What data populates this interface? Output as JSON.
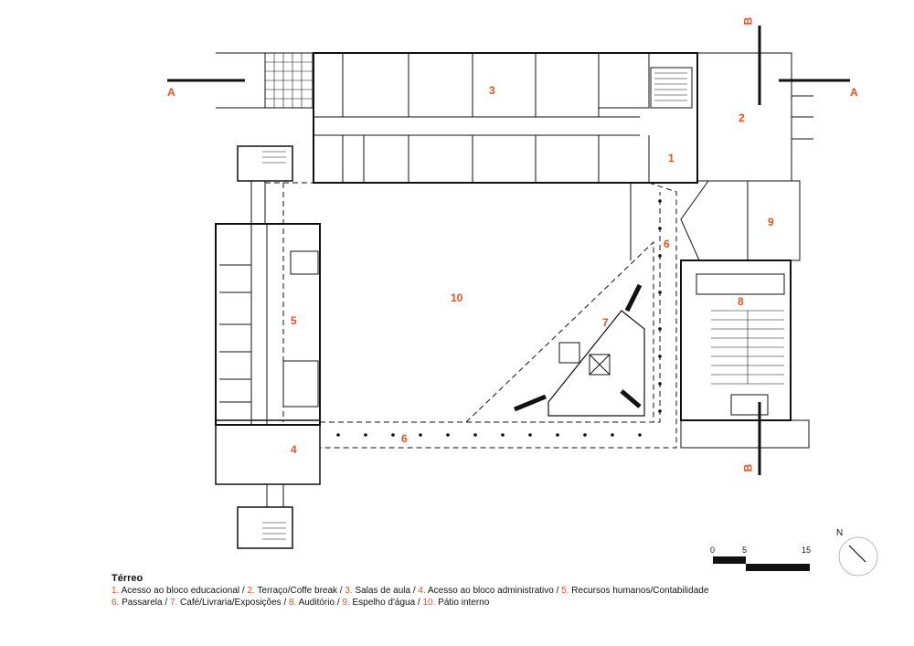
{
  "section_markers": {
    "a_left": "A",
    "a_right": "A",
    "b_top": "B",
    "b_bottom": "B"
  },
  "zones": {
    "z1": "1",
    "z2": "2",
    "z3": "3",
    "z4": "4",
    "z5": "5",
    "z6a": "6",
    "z6b": "6",
    "z7": "7",
    "z8": "8",
    "z9": "9",
    "z10": "10"
  },
  "legend": {
    "title": "Térreo",
    "items": [
      {
        "num": "1.",
        "text": " Acesso ao bloco educacional / "
      },
      {
        "num": "2.",
        "text": " Terraço/Coffe break / "
      },
      {
        "num": "3.",
        "text": " Salas de aula / "
      },
      {
        "num": "4.",
        "text": " Acesso ao bloco administrativo / "
      },
      {
        "num": "5.",
        "text": " Recursos humanos/Contabilidade"
      },
      {
        "num": "6.",
        "text": " Passarela / "
      },
      {
        "num": "7.",
        "text": " Café/Livraria/Exposições / "
      },
      {
        "num": "8.",
        "text": " Auditório / "
      },
      {
        "num": "9.",
        "text": " Espelho d'água / "
      },
      {
        "num": "10.",
        "text": " Pátio interno"
      }
    ]
  },
  "scale": {
    "l0": "0",
    "l5": "5",
    "l15": "15"
  },
  "north": {
    "label": "N"
  },
  "colors": {
    "accent": "#e8501c",
    "line": "#111111"
  }
}
